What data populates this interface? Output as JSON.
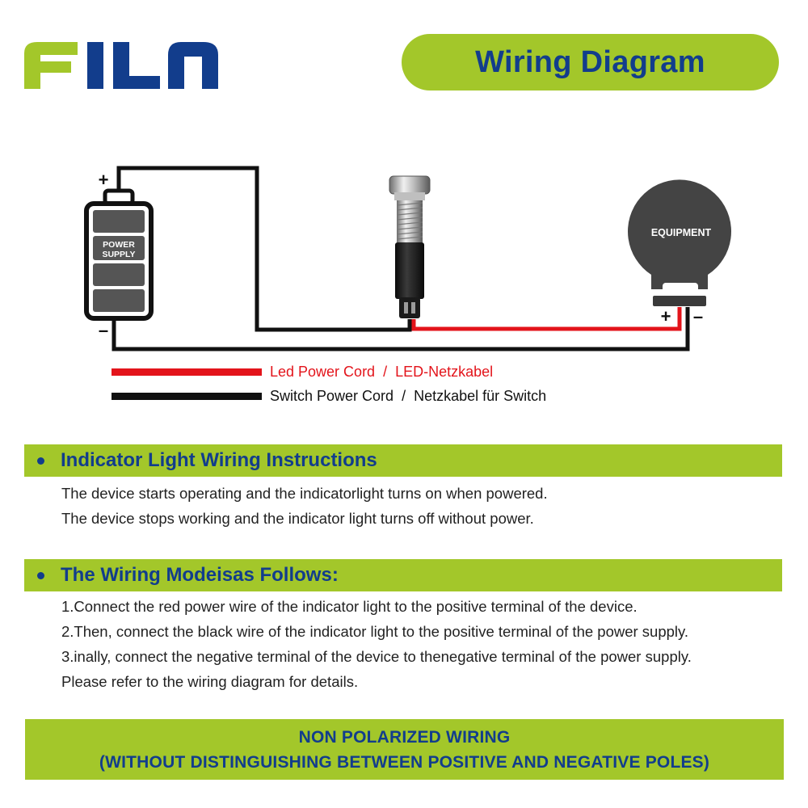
{
  "brand": {
    "logo_text": "FILN"
  },
  "header": {
    "title": "Wiring Diagram"
  },
  "diagram": {
    "battery_label_line1": "POWER",
    "battery_label_line2": "SUPPLY",
    "battery_plus": "+",
    "battery_minus": "–",
    "equipment_label": "EQUIPMENT",
    "equipment_plus": "+",
    "equipment_minus": "–",
    "colors": {
      "led_wire": "#e3141b",
      "switch_wire": "#111111",
      "accent": "#a3c72a",
      "brand_blue": "#123d8c"
    }
  },
  "legend": {
    "led": {
      "en": "Led Power Cord",
      "sep": "  /  ",
      "de": "LED-Netzkabel"
    },
    "switch": {
      "en": "Switch Power Cord",
      "sep": "  /  ",
      "de": "Netzkabel für Switch"
    }
  },
  "section1": {
    "heading": "Indicator Light Wiring Instructions",
    "lines": [
      "The device starts operating and the indicatorlight turns on when powered.",
      "The device stops working and the indicator light turns off without power."
    ]
  },
  "section2": {
    "heading": "The Wiring Modeisas Follows:",
    "lines": [
      "1.Connect the red power wire of the indicator light to the positive terminal of the device.",
      "2.Then, connect the black wire of the indicator light to the positive terminal of the power supply.",
      "3.inally, connect the negative terminal of the device to thenegative terminal of the  power supply.",
      "Please refer to the wiring diagram for details."
    ]
  },
  "footer": {
    "line1": "NON POLARIZED WIRING",
    "line2": "(WITHOUT DISTINGUISHING BETWEEN POSITIVE AND NEGATIVE POLES)"
  }
}
